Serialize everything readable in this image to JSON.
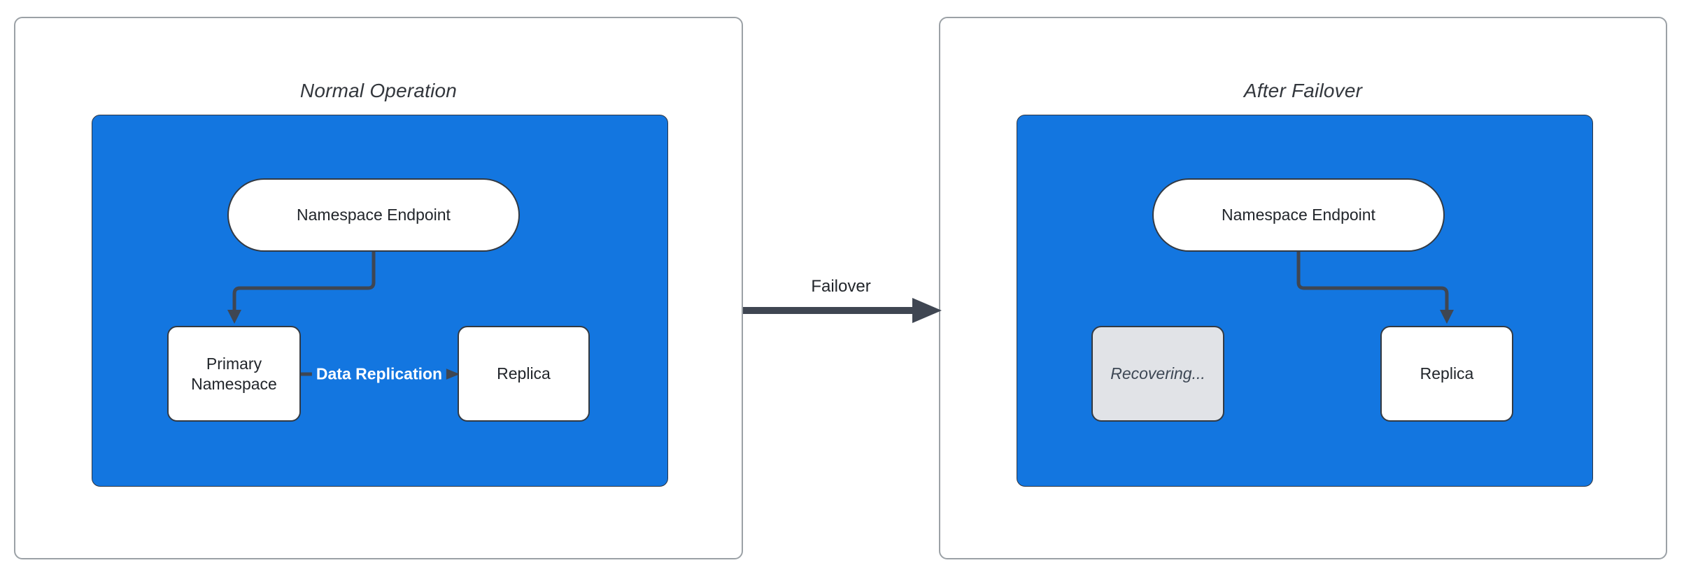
{
  "diagram": {
    "left_panel": {
      "title": "Normal Operation",
      "endpoint_label": "Namespace Endpoint",
      "primary_label": "Primary Namespace",
      "replica_label": "Replica",
      "replication_label": "Data Replication"
    },
    "right_panel": {
      "title": "After Failover",
      "endpoint_label": "Namespace Endpoint",
      "recovering_label": "Recovering...",
      "replica_label": "Replica"
    },
    "transition_label": "Failover",
    "colors": {
      "cluster_fill": "#1376E0",
      "node_fill": "#FFFFFF",
      "recovering_fill": "#E1E3E7",
      "connector": "#3F4652",
      "node_border": "#333A43",
      "panel_border": "#9BA1A6",
      "title_text": "#33373D",
      "node_text": "#22262B",
      "recovering_text": "#3D4754",
      "replication_text": "#FFFFFF"
    }
  }
}
